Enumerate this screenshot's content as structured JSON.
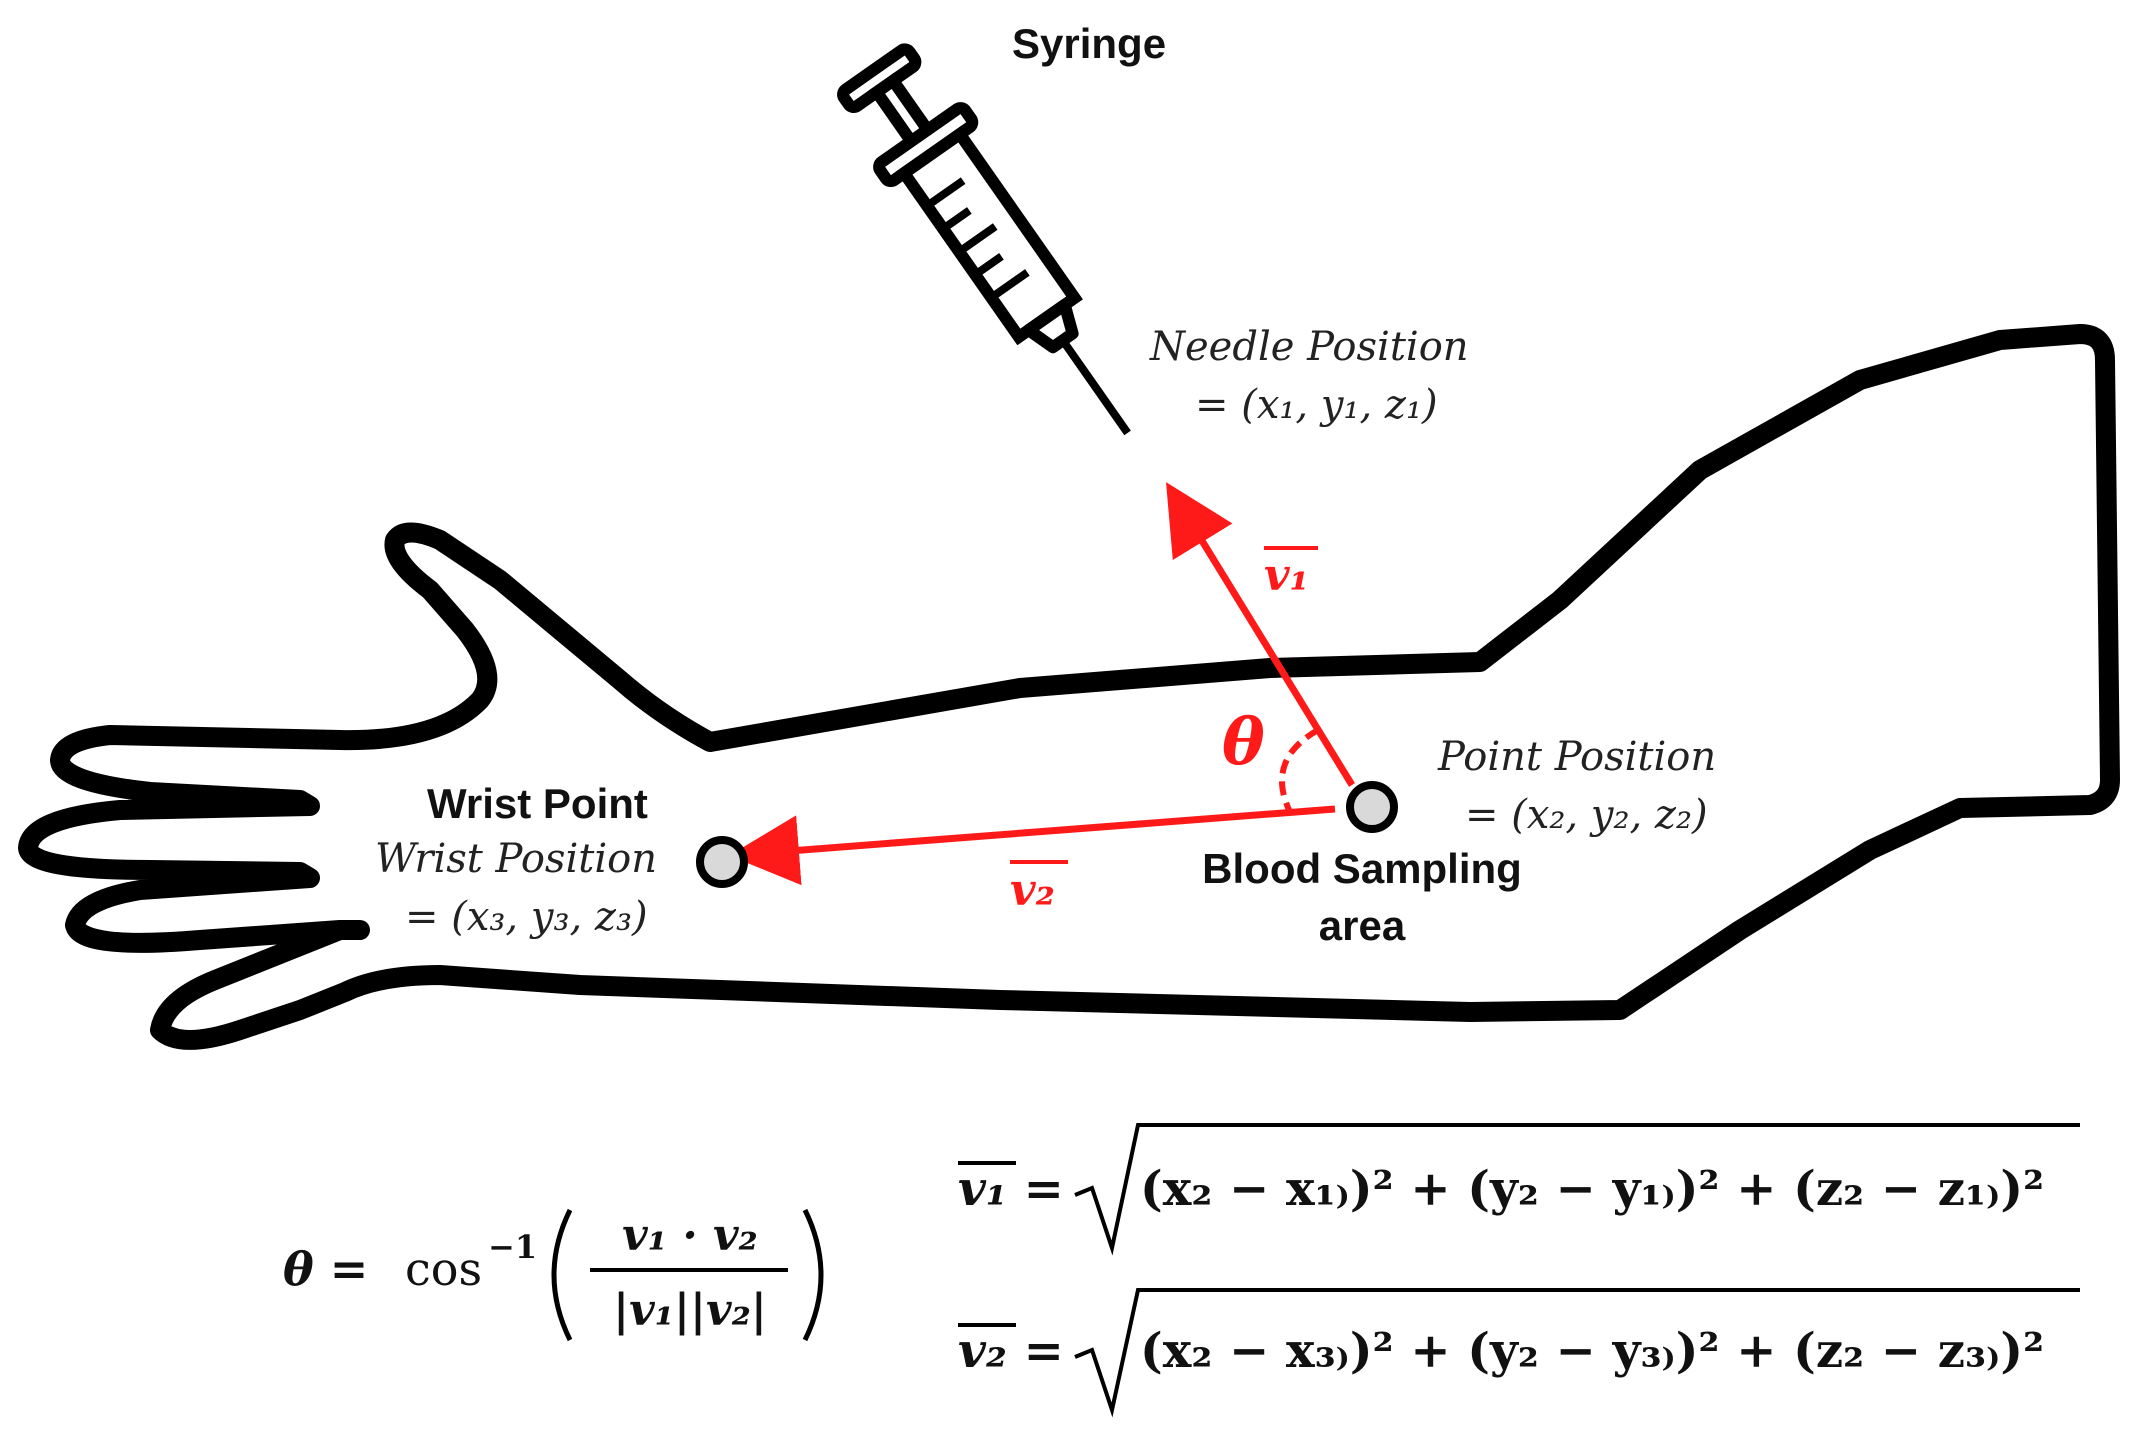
{
  "labels": {
    "syringe": "Syringe",
    "needle_position": "Needle Position",
    "needle_coords": "= (x₁, y₁, z₁)",
    "point_position": "Point Position",
    "point_coords": "= (x₂, y₂, z₂)",
    "wrist_point": "Wrist Point",
    "wrist_position": "Wrist Position",
    "wrist_coords": "= (x₃, y₃, z₃)",
    "blood_sampling_1": "Blood Sampling",
    "blood_sampling_2": "area",
    "v1": "v₁",
    "v2": "v₂",
    "theta": "θ"
  },
  "formulas": {
    "theta_lhs": "θ =",
    "theta_cos": "cos",
    "theta_exp": "−1",
    "theta_num": "v₁ · v₂",
    "theta_den": "|v₁||v₂|",
    "v1_lhs": "v₁ =",
    "v1_body": "(x₂ − x₁₎)² + (y₂ − y₁₎)² + (z₂ − z₁₎)²",
    "v2_lhs": "v₂ =",
    "v2_body": "(x₂ − x₃₎)² + (y₂ − y₃₎)² + (z₂ − z₃₎)²"
  },
  "colors": {
    "vector": "#ff1a1a",
    "outline": "#000000",
    "marker_fill": "#d9d9d9"
  }
}
